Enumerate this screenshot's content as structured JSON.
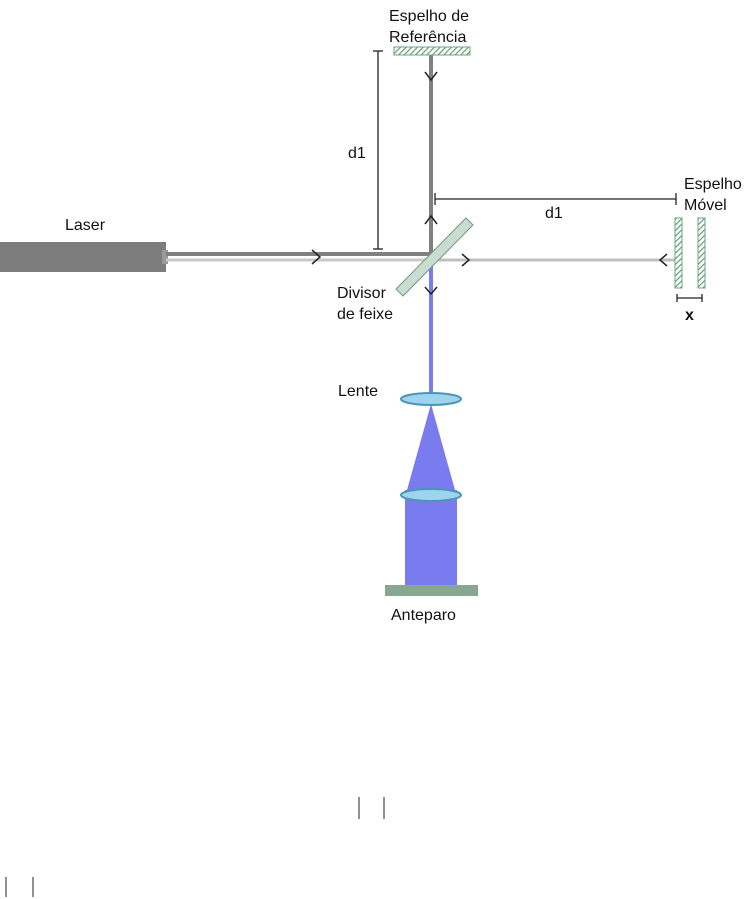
{
  "labels": {
    "reference_mirror_line1": "Espelho de",
    "reference_mirror_line2": "Referência",
    "distance_vertical": "d1",
    "distance_horizontal": "d1",
    "movable_mirror_line1": "Espelho",
    "movable_mirror_line2": "Móvel",
    "laser": "Laser",
    "beam_splitter_line1": "Divisor",
    "beam_splitter_line2": "de feixe",
    "displacement": "x",
    "lens": "Lente",
    "screen": "Anteparo"
  },
  "colors": {
    "laser_body": "#7d7d7d",
    "beam_dark": "#808080",
    "beam_light": "#c0c0c0",
    "beam_blue": "#7b7bf0",
    "mirror_hatch": "#6aa87f",
    "splitter_fill": "#c9dccf",
    "lens_fill": "#9fd4ee",
    "lens_stroke": "#4a96b8",
    "screen_fill": "#86a892"
  }
}
